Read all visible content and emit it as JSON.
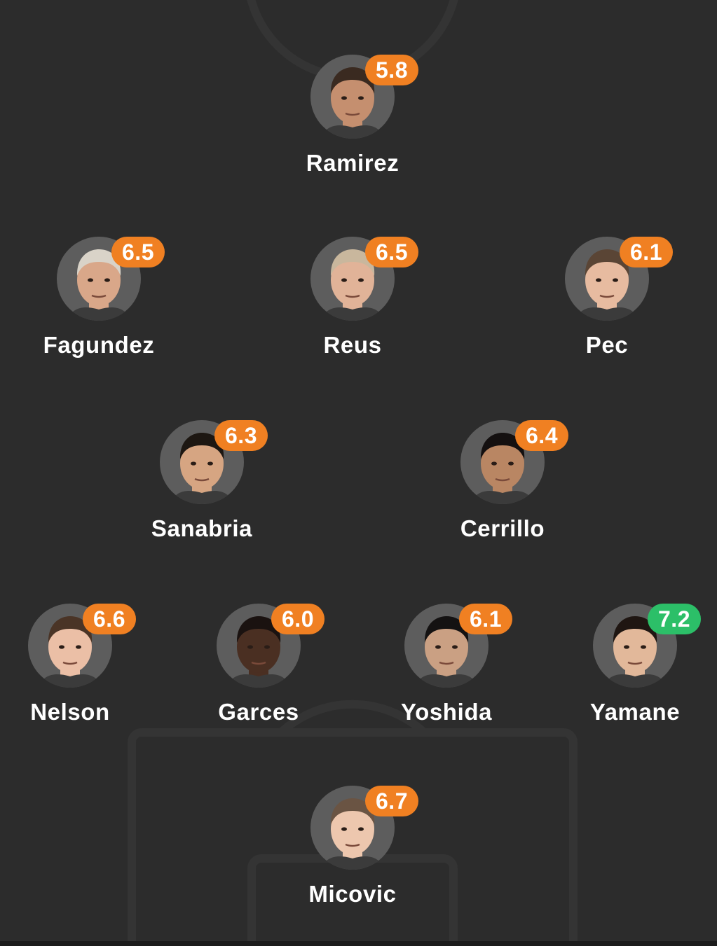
{
  "players": [
    {
      "name": "Ramirez",
      "rating": "5.8",
      "rating_color": "#f08022",
      "skin": "#c58f6f",
      "hair": "#3a2a20"
    },
    {
      "name": "Fagundez",
      "rating": "6.5",
      "rating_color": "#f08022",
      "skin": "#d9a789",
      "hair": "#d9d3c8"
    },
    {
      "name": "Reus",
      "rating": "6.5",
      "rating_color": "#f08022",
      "skin": "#e1b398",
      "hair": "#c9b79d"
    },
    {
      "name": "Pec",
      "rating": "6.1",
      "rating_color": "#f08022",
      "skin": "#e7bba0",
      "hair": "#5a4535"
    },
    {
      "name": "Sanabria",
      "rating": "6.3",
      "rating_color": "#f08022",
      "skin": "#d6a582",
      "hair": "#1d1712"
    },
    {
      "name": "Cerrillo",
      "rating": "6.4",
      "rating_color": "#f08022",
      "skin": "#b98663",
      "hair": "#141010"
    },
    {
      "name": "Nelson",
      "rating": "6.6",
      "rating_color": "#f08022",
      "skin": "#ebbfa6",
      "hair": "#4a3426"
    },
    {
      "name": "Garces",
      "rating": "6.0",
      "rating_color": "#f08022",
      "skin": "#4a2f22",
      "hair": "#1a1210"
    },
    {
      "name": "Yoshida",
      "rating": "6.1",
      "rating_color": "#f08022",
      "skin": "#caa083",
      "hair": "#141212"
    },
    {
      "name": "Yamane",
      "rating": "7.2",
      "rating_color": "#2cbf68",
      "skin": "#e2b89a",
      "hair": "#1f1612"
    },
    {
      "name": "Micovic",
      "rating": "6.7",
      "rating_color": "#f08022",
      "skin": "#edc7ae",
      "hair": "#6a5443"
    }
  ]
}
